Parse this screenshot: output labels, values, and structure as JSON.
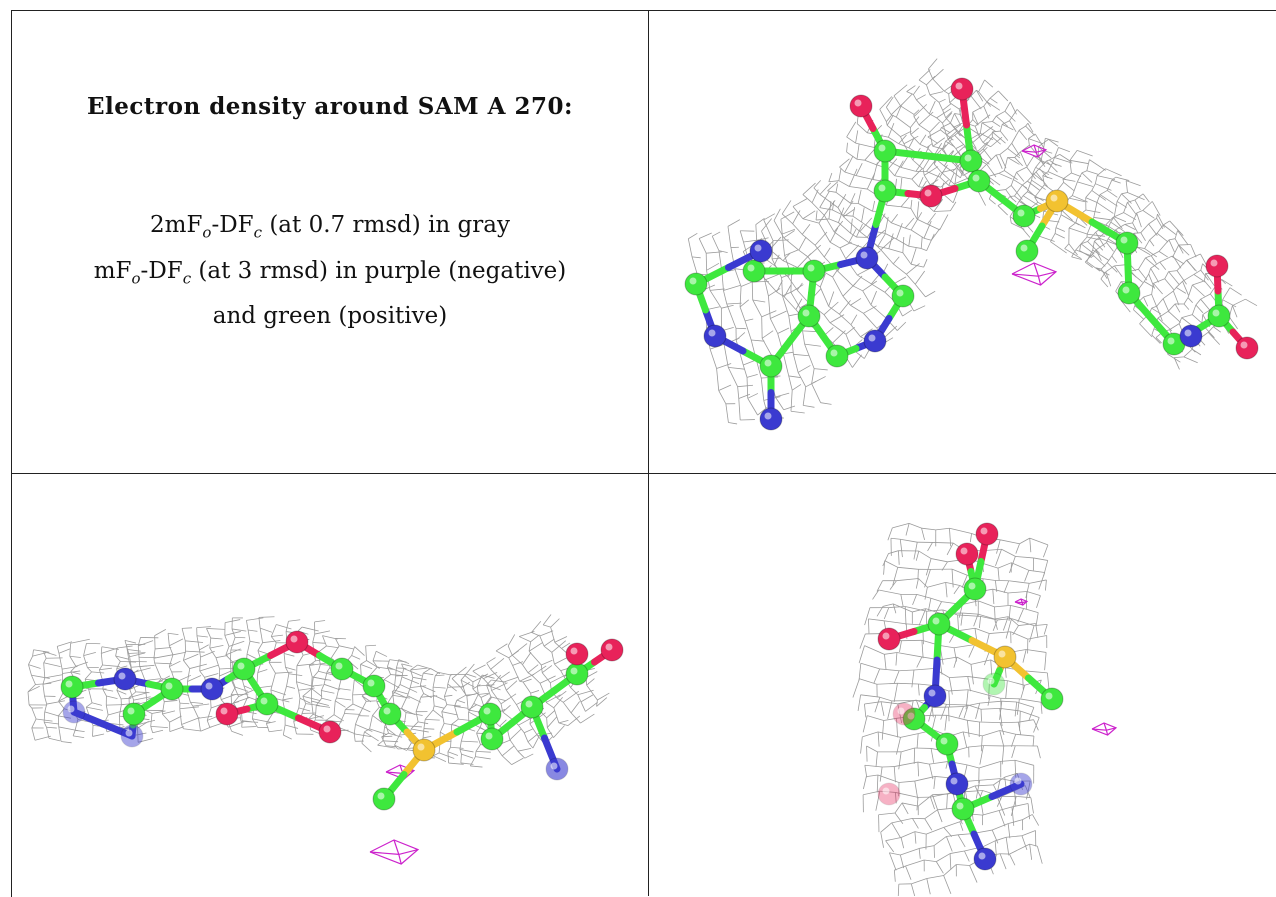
{
  "title": "Electron density around SAM A 270:",
  "legend": {
    "line1": {
      "pre": "2mF",
      "sub1": "o",
      "mid": "-DF",
      "sub2": "c",
      "post": " (at 0.7 rmsd) in gray"
    },
    "line2": {
      "pre": "mF",
      "sub1": "o",
      "mid": "-DF",
      "sub2": "c",
      "post": " (at 3 rmsd) in purple (negative)"
    },
    "line3": "and green (positive)"
  },
  "colors": {
    "mesh_gray": "#8a8a8a",
    "mesh_purple": "#cc22cc",
    "carbon": "#3ee83e",
    "nitrogen": "#3a3ad0",
    "oxygen": "#e8225a",
    "sulfur": "#f2c230"
  }
}
